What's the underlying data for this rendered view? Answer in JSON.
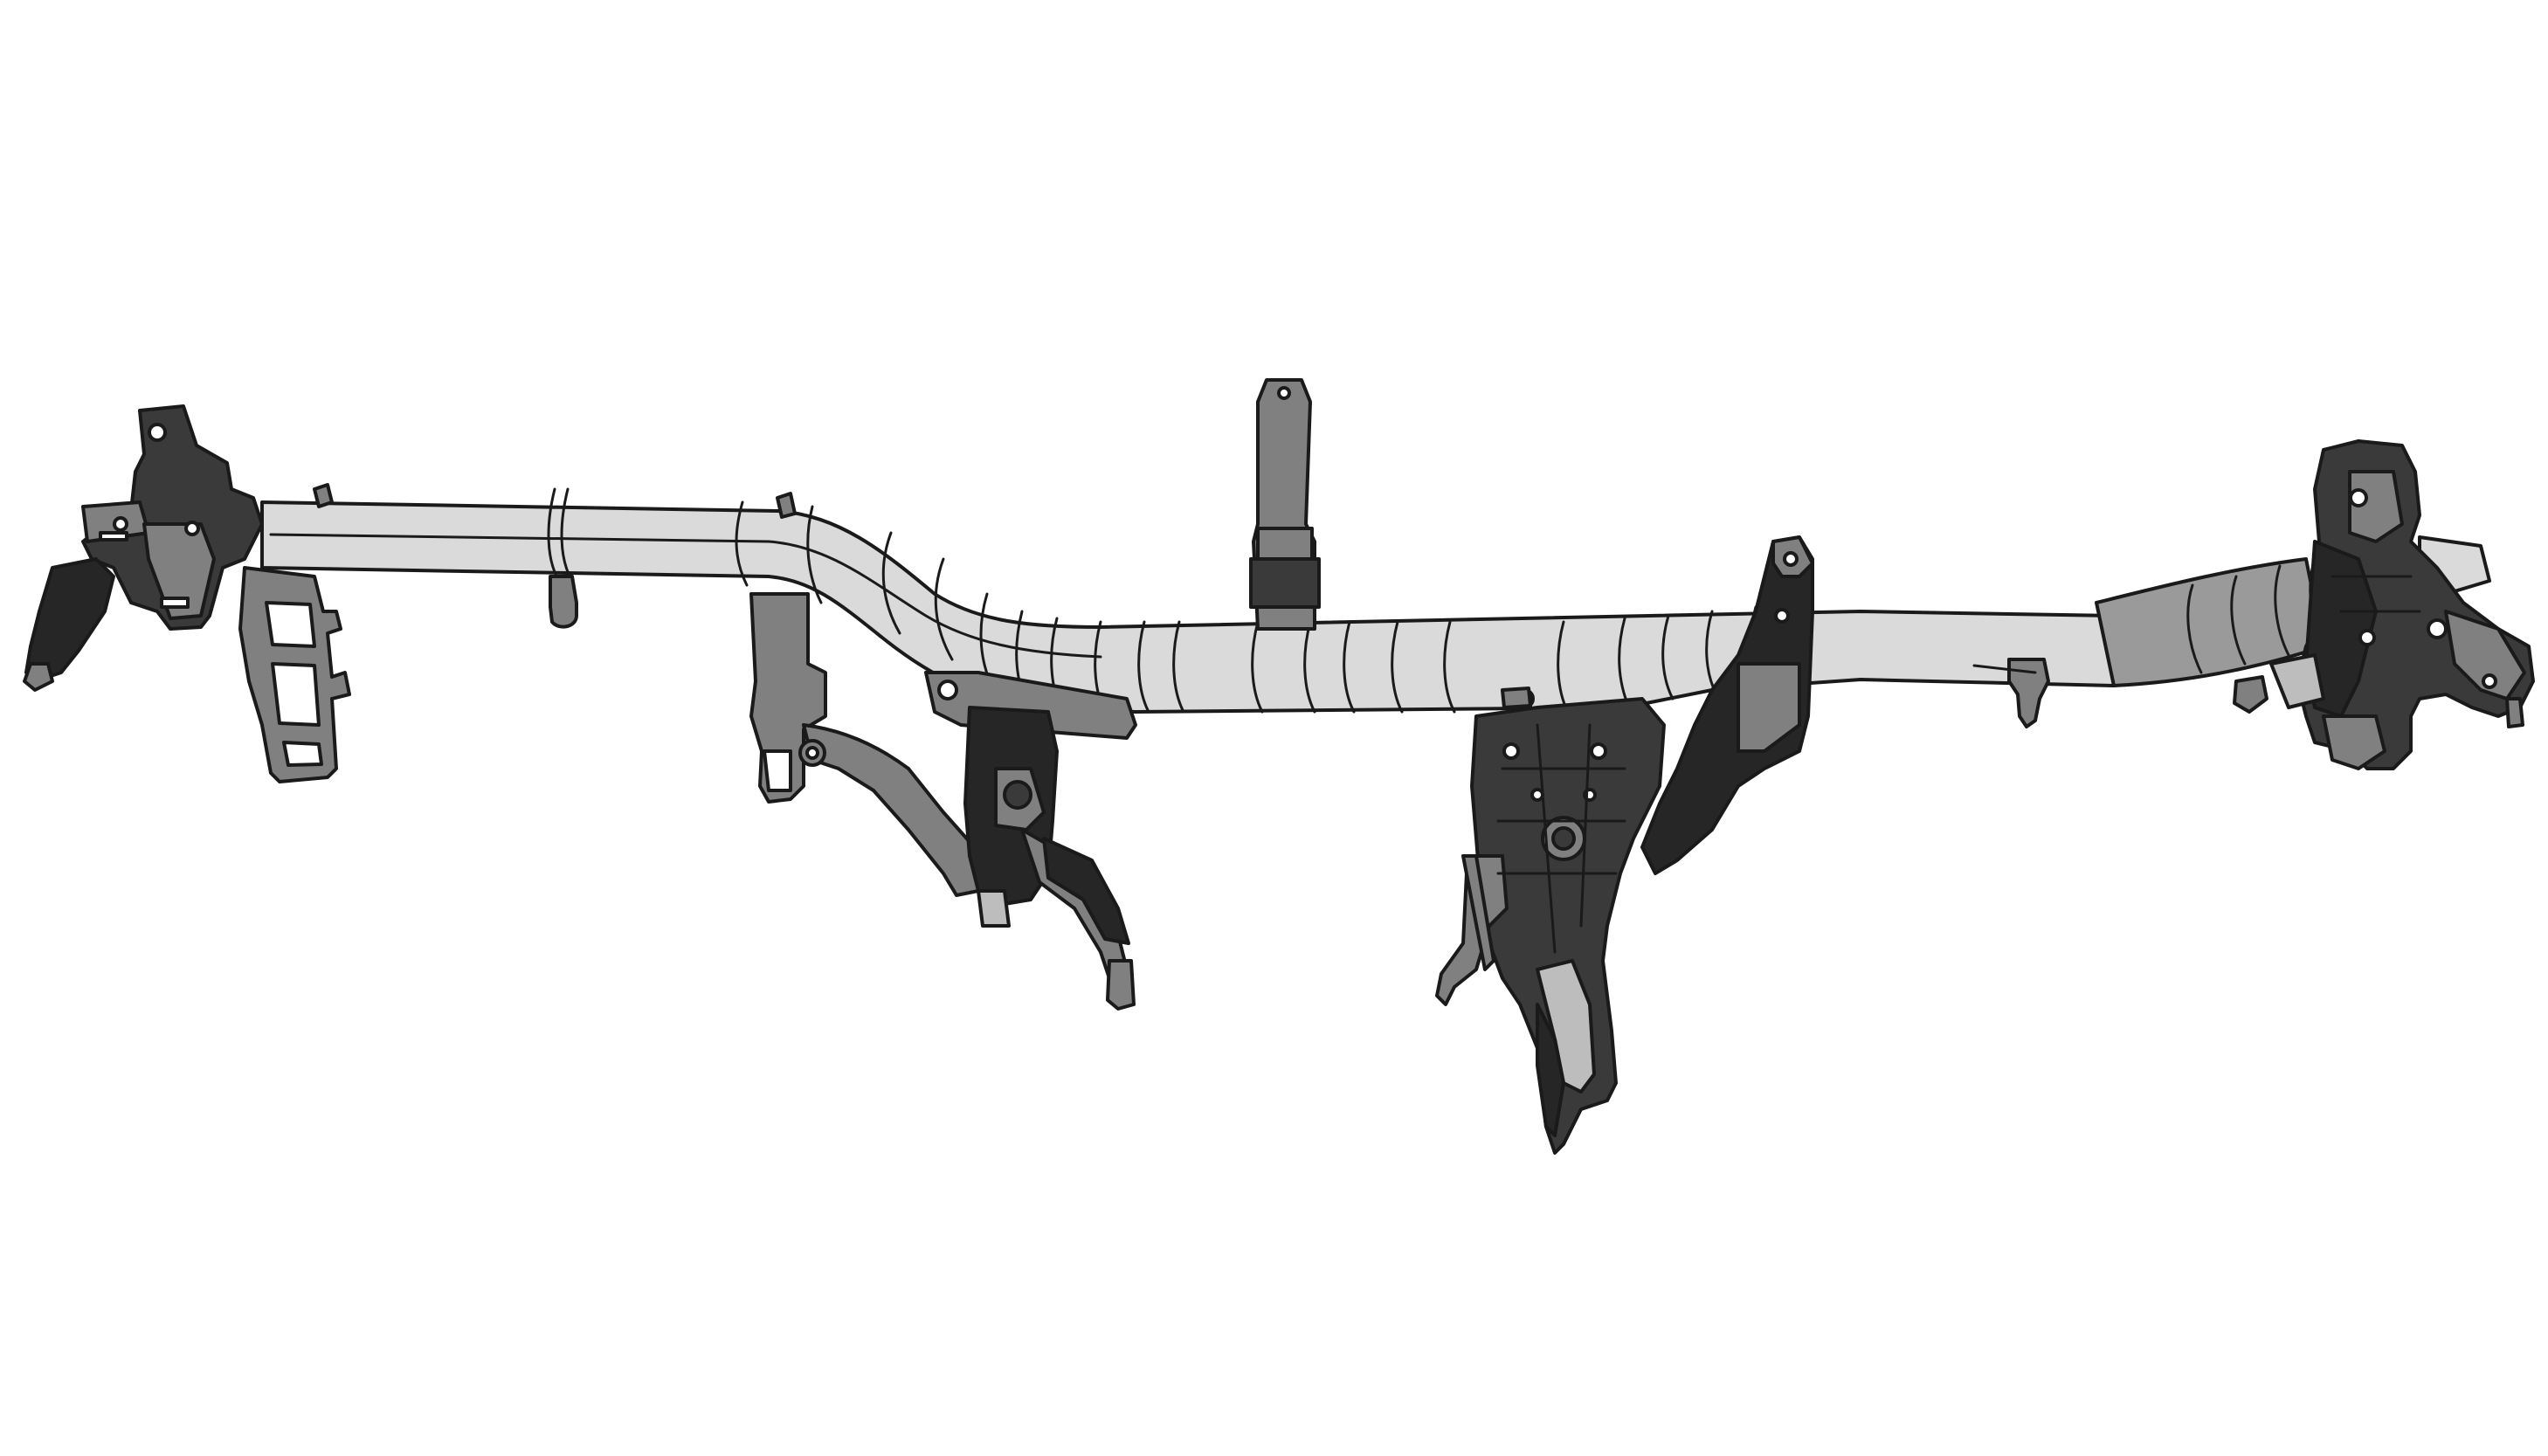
{
  "colors": {
    "background": "#ffffff",
    "outline": "#1a1a1a",
    "tube_fill": "#dadada",
    "tube_shaded": "#9a9a9a",
    "bracket_mid": "#808080",
    "bracket_dark": "#3a3a3a",
    "bracket_darkest": "#262626"
  },
  "parts": [
    "cross-car-beam-tube",
    "left-end-mount-bracket",
    "left-hanger-bracket",
    "steering-column-bracket",
    "steering-support-leg",
    "top-center-mounting-post",
    "center-stack-support-bracket",
    "right-side-tube-bracket",
    "right-end-mount-bracket",
    "tube-retaining-clips"
  ]
}
